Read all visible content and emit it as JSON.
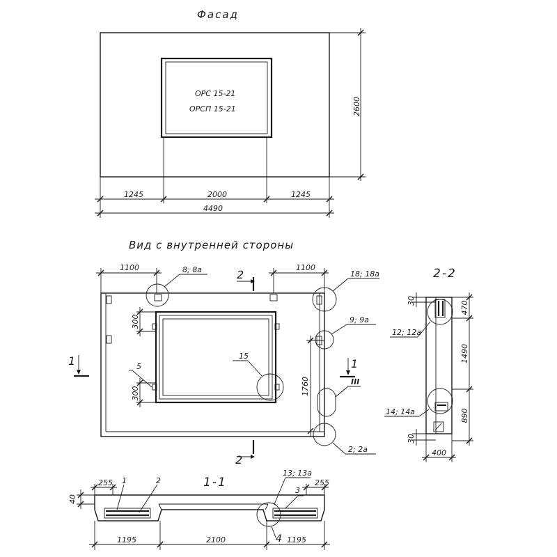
{
  "facade": {
    "title": "Фасад",
    "window_label_1": "ОРС 15-21",
    "window_label_2": "ОРСП 15-21",
    "dim_height": "2600",
    "dim_left": "1245",
    "dim_mid": "2000",
    "dim_right": "1245",
    "dim_total": "4490"
  },
  "inner_view": {
    "title": "Вид с внутренней стороны",
    "dim_top_left": "1100",
    "dim_top_right": "1100",
    "dim_300_top": "300",
    "dim_300_bottom": "300",
    "dim_1760": "1760",
    "callout_8": "8; 8а",
    "callout_18": "18; 18а",
    "callout_9": "9; 9а",
    "callout_15": "15",
    "callout_5": "5",
    "callout_2": "2; 2а",
    "callout_III": "III",
    "section_2_top": "2",
    "section_2_bottom": "2",
    "section_1_left": "1",
    "section_1_right": "1"
  },
  "section_22": {
    "title": "2-2",
    "dim_30_top": "30",
    "dim_470": "470",
    "dim_1490": "1490",
    "dim_890": "890",
    "dim_30_bottom": "30",
    "dim_400": "400",
    "callout_12": "12; 12а",
    "callout_14": "14; 14а"
  },
  "section_11": {
    "title": "1-1",
    "dim_255_left": "255",
    "dim_255_right": "255",
    "dim_40": "40",
    "dim_1195_left": "1195",
    "dim_2100": "2100",
    "dim_1195_right": "1195",
    "callout_1": "1",
    "callout_2": "2",
    "callout_3": "3",
    "callout_4": "4",
    "callout_13": "13; 13а"
  }
}
